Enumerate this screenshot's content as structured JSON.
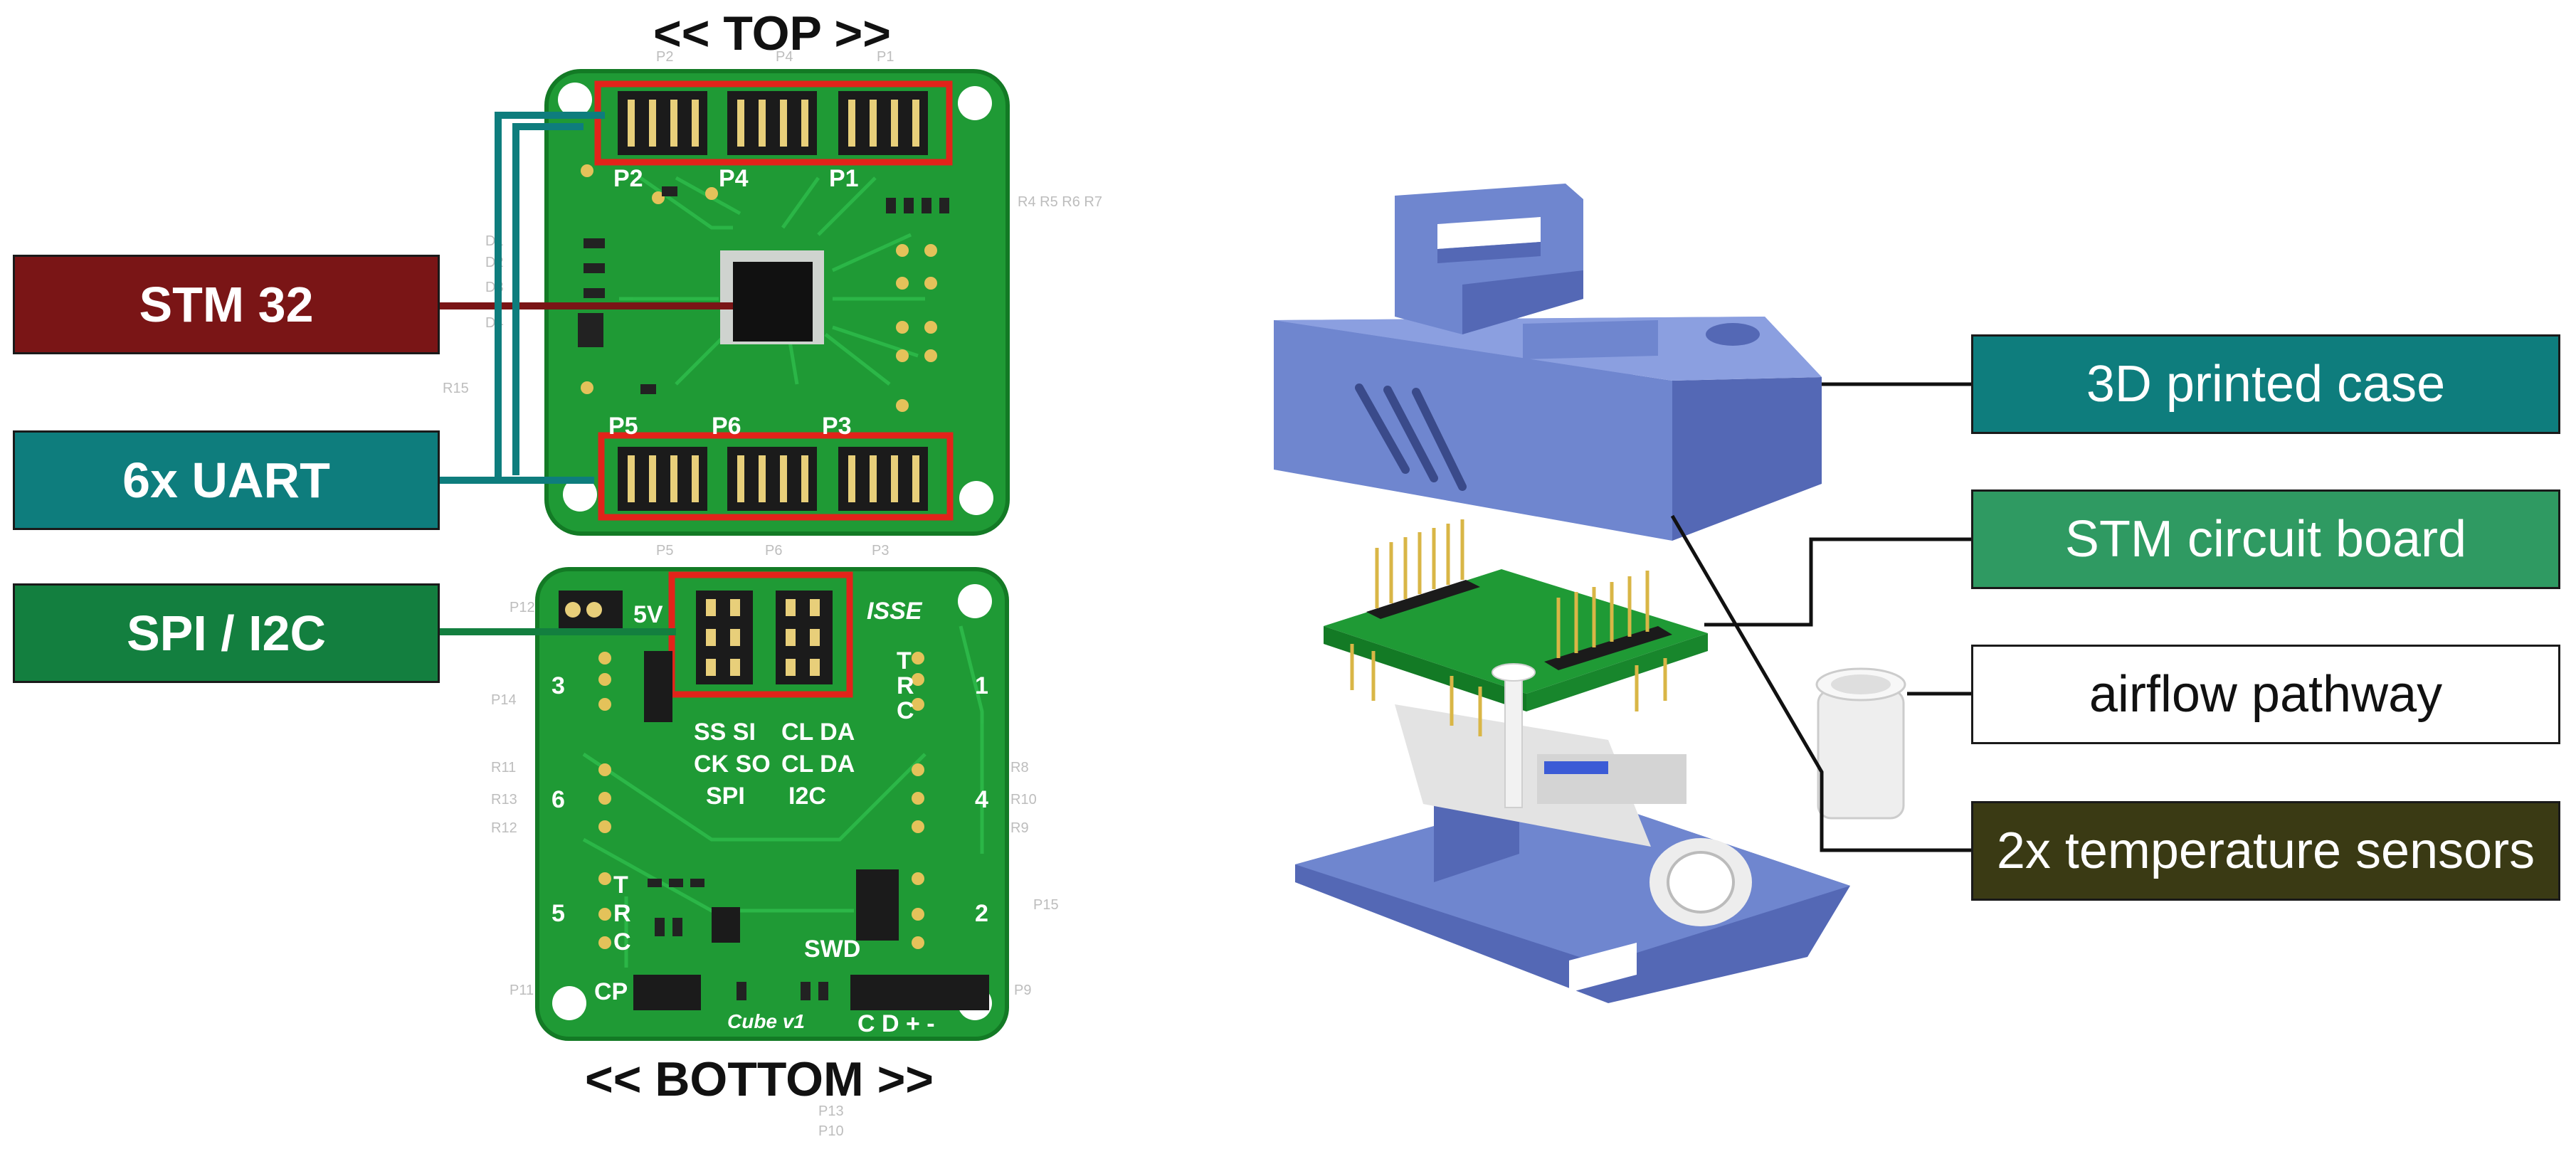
{
  "headings": {
    "top": "<< TOP >>",
    "bottom": "<< BOTTOM >>"
  },
  "left_labels": [
    {
      "text": "STM 32",
      "color": "#7a1516"
    },
    {
      "text": "6x UART",
      "color": "#0e7d7d"
    },
    {
      "text": "SPI / I2C",
      "color": "#137f3f"
    }
  ],
  "right_labels": [
    {
      "text": "3D printed case",
      "bg": "#0e7d7d",
      "fg": "#ffffff"
    },
    {
      "text": "STM circuit board",
      "bg": "#2f9a62",
      "fg": "#ffffff"
    },
    {
      "text": "airflow pathway",
      "bg": "#ffffff",
      "fg": "#111111"
    },
    {
      "text": "2x temperature sensors",
      "bg": "#3a3a14",
      "fg": "#ffffff"
    }
  ],
  "board_top": {
    "headers_top": [
      "P2",
      "P4",
      "P1"
    ],
    "headers_bottom": [
      "P5",
      "P6",
      "P3"
    ],
    "resistors": "R4 R5 R6 R7",
    "side_refs": [
      "D1",
      "D2",
      "D3",
      "D4"
    ],
    "r15": "R15"
  },
  "board_bottom": {
    "brand": "ISSE",
    "v5": "5V",
    "spi_pins": "SS SI",
    "spi_pins2": "CK SO",
    "i2c_pins": "CL DA",
    "i2c_pins2": "CL DA",
    "spi": "SPI",
    "i2c": "I2C",
    "swd": "SWD",
    "cp": "CP",
    "cube": "Cube v1",
    "cd": "C D + -",
    "ports_left": [
      "3",
      "6",
      "5"
    ],
    "ports_right": [
      "1",
      "4",
      "2"
    ],
    "pin_letters": [
      "T",
      "R",
      "C"
    ],
    "side_refs_left": [
      "P12",
      "P14",
      "R11",
      "R13",
      "R12",
      "P11"
    ],
    "side_refs_right": [
      "R8",
      "R10",
      "R9",
      "P15",
      "P9"
    ],
    "below_refs": [
      "P13",
      "P10"
    ]
  },
  "colors": {
    "pcb": "#1f9a35",
    "pcb_edge": "#137a25",
    "highlight": "#e2231a",
    "case": "#6f86cf",
    "case_dark": "#5468b5",
    "case_light": "#8b9fe0"
  }
}
